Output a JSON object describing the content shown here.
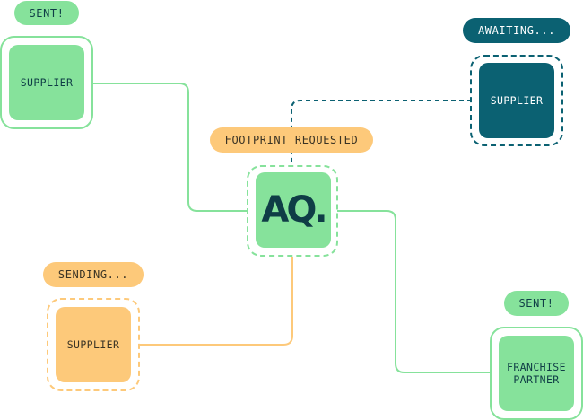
{
  "colors": {
    "green": "#86e29b",
    "teal": "#0b6172",
    "orange": "#fdc97a",
    "dark_text": "#0f3d46"
  },
  "center": {
    "status": "FOOTPRINT REQUESTED",
    "logo": "AQ."
  },
  "nodes": {
    "supplier_top_left": {
      "label": "SUPPLIER",
      "status": "SENT!"
    },
    "supplier_top_right": {
      "label": "SUPPLIER",
      "status": "AWAITING..."
    },
    "supplier_bottom_left": {
      "label": "SUPPLIER",
      "status": "SENDING..."
    },
    "franchise_partner": {
      "label": "FRANCHISE\nPARTNER",
      "status": "SENT!"
    }
  }
}
